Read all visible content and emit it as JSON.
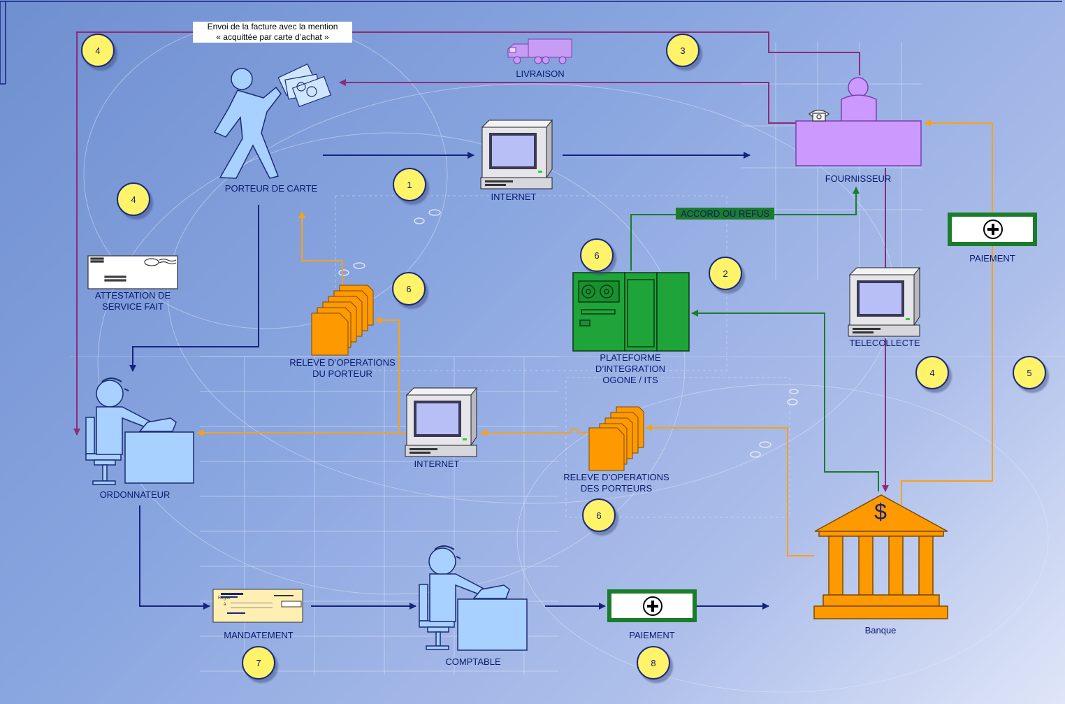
{
  "labels": {
    "envoi_line1": "Envoi de la facture avec la mention",
    "envoi_line2": "« acquittée par carte d’achat »",
    "livraison": "LIVRAISON",
    "porteur": "PORTEUR DE CARTE",
    "internet_top": "INTERNET",
    "fournisseur": "FOURNISSEUR",
    "accord": "ACCORD OU REFUS",
    "paiement_right": "PAIEMENT",
    "attestation_line1": "ATTESTATION DE",
    "attestation_line2": "SERVICE FAIT",
    "releve_porteur_line1": "RELEVE D’OPERATIONS",
    "releve_porteur_line2": "DU PORTEUR",
    "plateforme_line1": "PLATEFORME",
    "plateforme_line2": "D’INTEGRATION",
    "plateforme_line3": "OGONE / ITS",
    "telecollecte": "TELECOLLECTE",
    "ordonnateur": "ORDONNATEUR",
    "internet_mid": "INTERNET",
    "releve_porteurs_line1": "RELEVE D’OPERATIONS",
    "releve_porteurs_line2": "DES PORTEURS",
    "mandatement": "MANDATEMENT",
    "comptable": "COMPTABLE",
    "paiement_bottom": "PAIEMENT",
    "banque": "Banque",
    "cheque_regler": "Régler",
    "cheque_a": "à",
    "bank_symbol": "$"
  },
  "steps": {
    "s4_top": "4",
    "s3": "3",
    "s1": "1",
    "s4_left": "4",
    "s6_plat": "6",
    "s2": "2",
    "s6_releve": "6",
    "s4_right": "4",
    "s5": "5",
    "s6_bottom": "6",
    "s7": "7",
    "s8": "8"
  },
  "colors": {
    "navy": "#16237c",
    "purple": "#8b2d7a",
    "green": "#1b7c2a",
    "orange": "#f7a11a",
    "person": "#99ccff",
    "supplier": "#cc99ff",
    "step_fill": "#fff36a"
  }
}
